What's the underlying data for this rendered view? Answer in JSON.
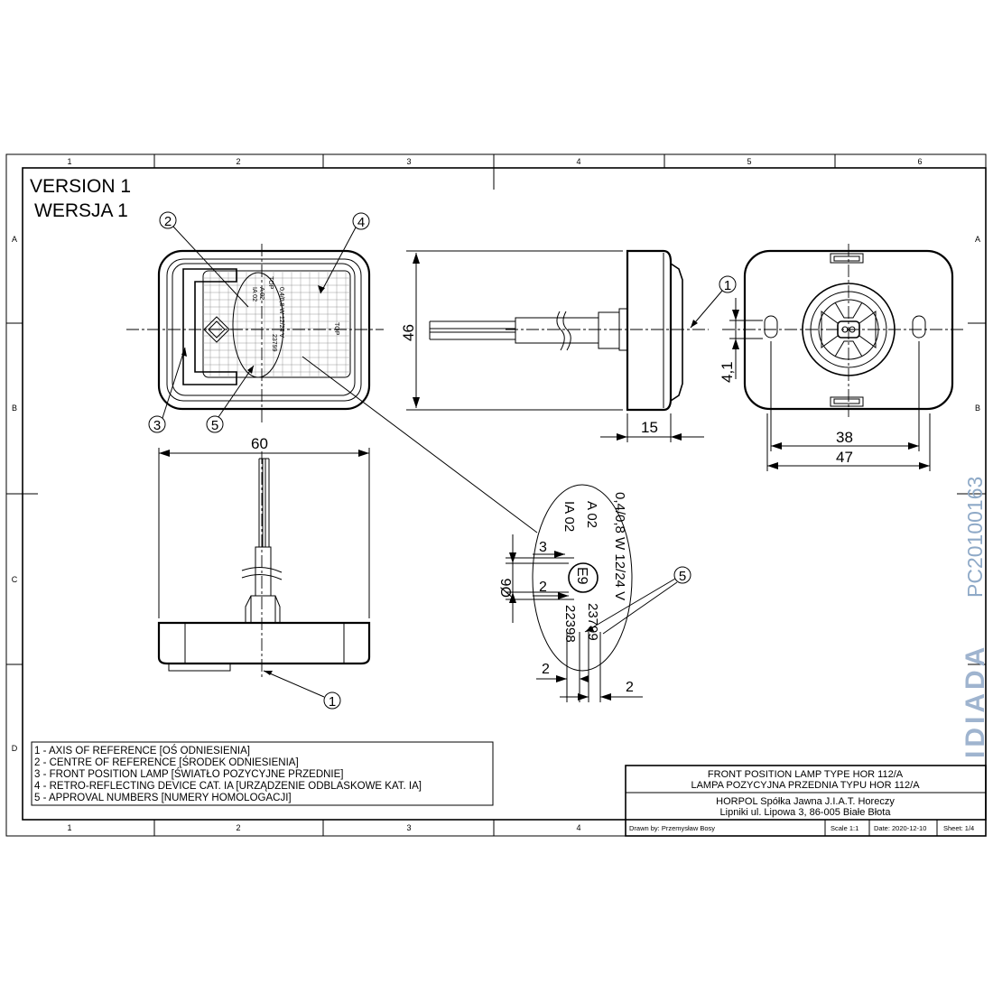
{
  "version": {
    "line1": "VERSION 1",
    "line2": "WERSJA 1"
  },
  "grid": {
    "columns": [
      "1",
      "2",
      "3",
      "4",
      "5",
      "6"
    ],
    "rows": [
      "A",
      "B",
      "C",
      "D"
    ]
  },
  "callouts": {
    "c1": "1",
    "c2": "2",
    "c3": "3",
    "c4": "4",
    "c5": "5"
  },
  "dimensions": {
    "height_46": "46",
    "depth_15": "15",
    "offset_4_1": "4,1",
    "holes_38": "38",
    "width_47": "47",
    "width_60": "60",
    "detail_3": "3",
    "detail_2a": "2",
    "detail_phi6": "Ø6",
    "detail_2b": "2",
    "detail_2c": "2"
  },
  "marking": {
    "top_label": "TOP",
    "power": "0,4/0,8 W 12/24 V",
    "code_a": "A 02",
    "code_ia": "IA 02",
    "emark": "E9",
    "approval_1": "23799",
    "approval_2": "22398"
  },
  "legend": [
    "1 - AXIS OF REFERENCE [OŚ ODNIESIENIA]",
    "2 - CENTRE OF REFERENCE [ŚRODEK ODNIESIENIA]",
    "3 - FRONT POSITION LAMP [ŚWIATŁO POZYCYJNE PRZEDNIE]",
    "4 - RETRO-REFLECTING DEVICE CAT. IA [URZĄDZENIE ODBLASKOWE KAT. IA]",
    "5 - APPROVAL NUMBERS [NUMERY HOMOLOGACJI]"
  ],
  "title_block": {
    "title_en": "FRONT POSITION LAMP TYPE HOR 112/A",
    "title_pl": "LAMPA POZYCYJNA PRZEDNIA TYPU HOR 112/A",
    "company_line1": "HORPOL Spółka Jawna   J.I.A.T. Horeczy",
    "company_line2": "Lipniki ul. Lipowa 3, 86-005 Białe Błota",
    "drawn_by": "Drawn by:  Przemysław Bosy",
    "scale": "Scale  1:1",
    "date": "Date: 2020-12-10",
    "sheet": "Sheet: 1/4"
  },
  "side_code": "PC20100163",
  "watermark": "IDIADA",
  "colors": {
    "line": "#000000",
    "side_code": "#8ea9c7",
    "watermark": "#9fb4cf"
  }
}
